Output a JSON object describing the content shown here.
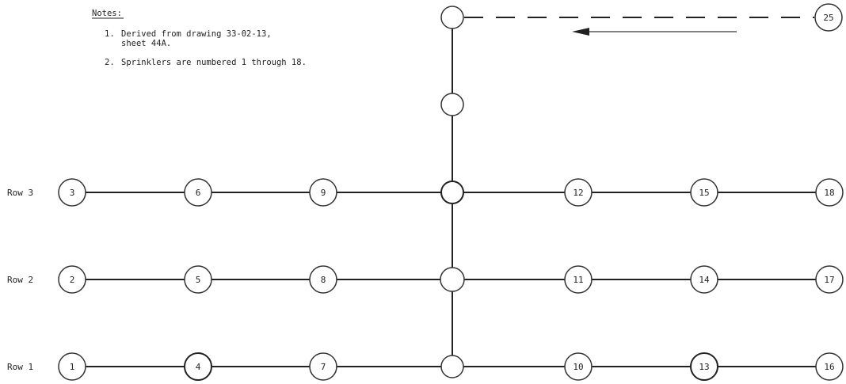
{
  "notes": {
    "heading": "Notes:",
    "items": [
      {
        "num": "1.",
        "lines": [
          "Derived from drawing 33-02-13,",
          "sheet 44A."
        ]
      },
      {
        "num": "2.",
        "lines": [
          "Sprinklers are numbered 1 through 18."
        ]
      }
    ]
  },
  "rows": [
    {
      "label": "Row 3",
      "sprinklers": [
        "3",
        "6",
        "9",
        "12",
        "15",
        "18"
      ]
    },
    {
      "label": "Row 2",
      "sprinklers": [
        "2",
        "5",
        "8",
        "11",
        "14",
        "17"
      ]
    },
    {
      "label": "Row 1",
      "sprinklers": [
        "1",
        "4",
        "7",
        "10",
        "13",
        "16"
      ]
    }
  ],
  "source_node": {
    "label": "25"
  },
  "colors": {
    "ink": "#222222",
    "arrow": "#555555"
  }
}
